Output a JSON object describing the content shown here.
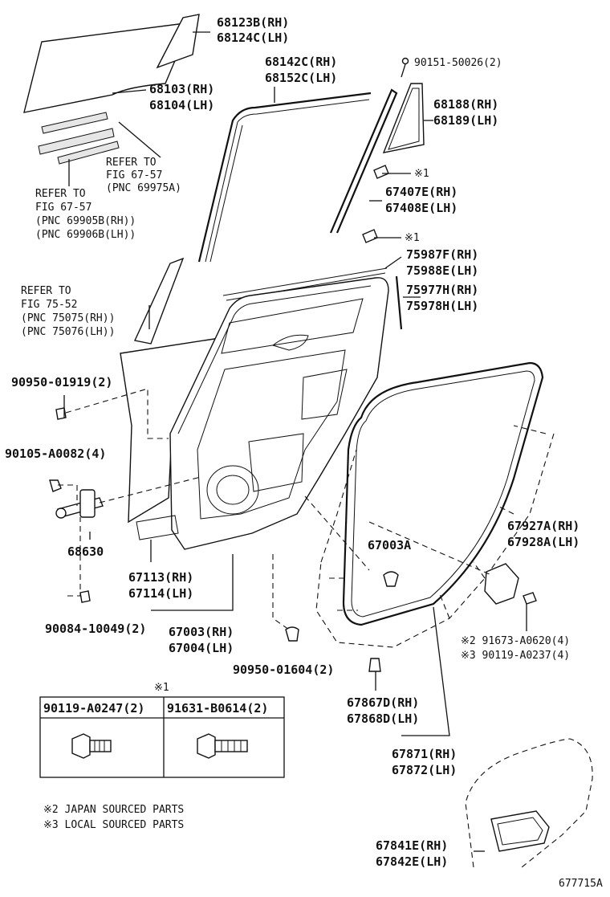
{
  "labels": {
    "p68123": "68123B(RH)",
    "p68124": "68124C(LH)",
    "p68142": "68142C(RH)",
    "p68152": "68152C(LH)",
    "p90151": "90151-50026(2)",
    "p68103": "68103(RH)",
    "p68104": "68104(LH)",
    "p68188": "68188(RH)",
    "p68189": "68189(LH)",
    "refer1a": "REFER TO",
    "refer1b": "FIG 67-57",
    "refer1c": "(PNC 69975A)",
    "refer2a": "REFER TO",
    "refer2b": "FIG 67-57",
    "refer2c": "(PNC 69905B(RH))",
    "refer2d": "(PNC 69906B(LH))",
    "mark1a": "※1",
    "mark1b": "※1",
    "p67407": "67407E(RH)",
    "p67408": "67408E(LH)",
    "p75987": "75987F(RH)",
    "p75988": "75988E(LH)",
    "p75977": "75977H(RH)",
    "p75978": "75978H(LH)",
    "refer3a": "REFER TO",
    "refer3b": "FIG 75-52",
    "refer3c": "(PNC 75075(RH))",
    "refer3d": "(PNC 75076(LH))",
    "p90950a": "90950-01919(2)",
    "p90105": "90105-A0082(4)",
    "p68630": "68630",
    "p67003a": "67003A",
    "p67927": "67927A(RH)",
    "p67928": "67928A(LH)",
    "p67113": "67113(RH)",
    "p67114": "67114(LH)",
    "p90084": "90084-10049(2)",
    "p67003": "67003(RH)",
    "p67004": "67004(LH)",
    "p91673": "※2 91673-A0620(4)",
    "p90119b": "※3 90119-A0237(4)",
    "p90950b": "90950-01604(2)",
    "p67867": "67867D(RH)",
    "p67868": "67868D(LH)",
    "p67871": "67871(RH)",
    "p67872": "67872(LH)",
    "p67841": "67841E(RH)",
    "p67842": "67842E(LH)",
    "note2": "※2 JAPAN SOURCED PARTS",
    "note3": "※3 LOCAL SOURCED PARTS",
    "figid": "677715A"
  },
  "table": {
    "mark": "※1",
    "col1": "90119-A0247(2)",
    "col2": "91631-B0614(2)"
  }
}
